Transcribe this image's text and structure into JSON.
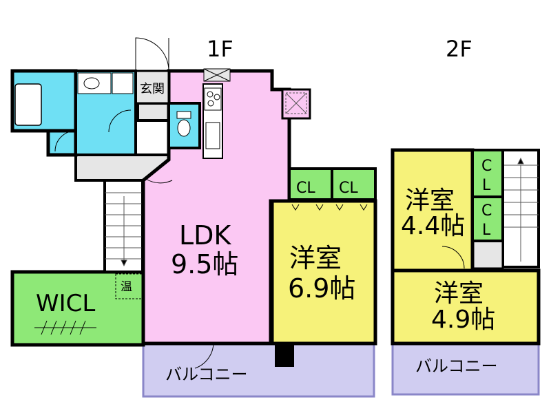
{
  "floors": {
    "first": "1F",
    "second": "2F"
  },
  "rooms": {
    "entrance": "玄関",
    "ldk": {
      "name": "LDK",
      "size": "9.5帖"
    },
    "western1": {
      "name": "洋室",
      "size": "6.9帖"
    },
    "wicl": "WICL",
    "boiler": "温",
    "closet1": "CL",
    "closet2": "CL",
    "western2": {
      "name": "洋室",
      "size": "4.4帖"
    },
    "western3": {
      "name": "洋室",
      "size": "4.9帖"
    },
    "closet3": [
      "C",
      "L"
    ],
    "closet4": [
      "C",
      "L"
    ],
    "balcony1": "バルコニー",
    "balcony2": "バルコニー"
  },
  "colors": {
    "wall": "#000000",
    "ldk": "#fbc8f3",
    "western": "#f6f27a",
    "closet": "#9ff08a",
    "wet": "#6fe0f4",
    "floor_gray": "#e6e6e6",
    "balcony": "#d0cdf1",
    "balcony_border": "#8a86c8"
  },
  "icons": [
    "sink-icon",
    "bathtub-icon",
    "toilet-icon",
    "stove-icon",
    "fridge-icon",
    "staircase-icon",
    "door-arc-icon"
  ]
}
